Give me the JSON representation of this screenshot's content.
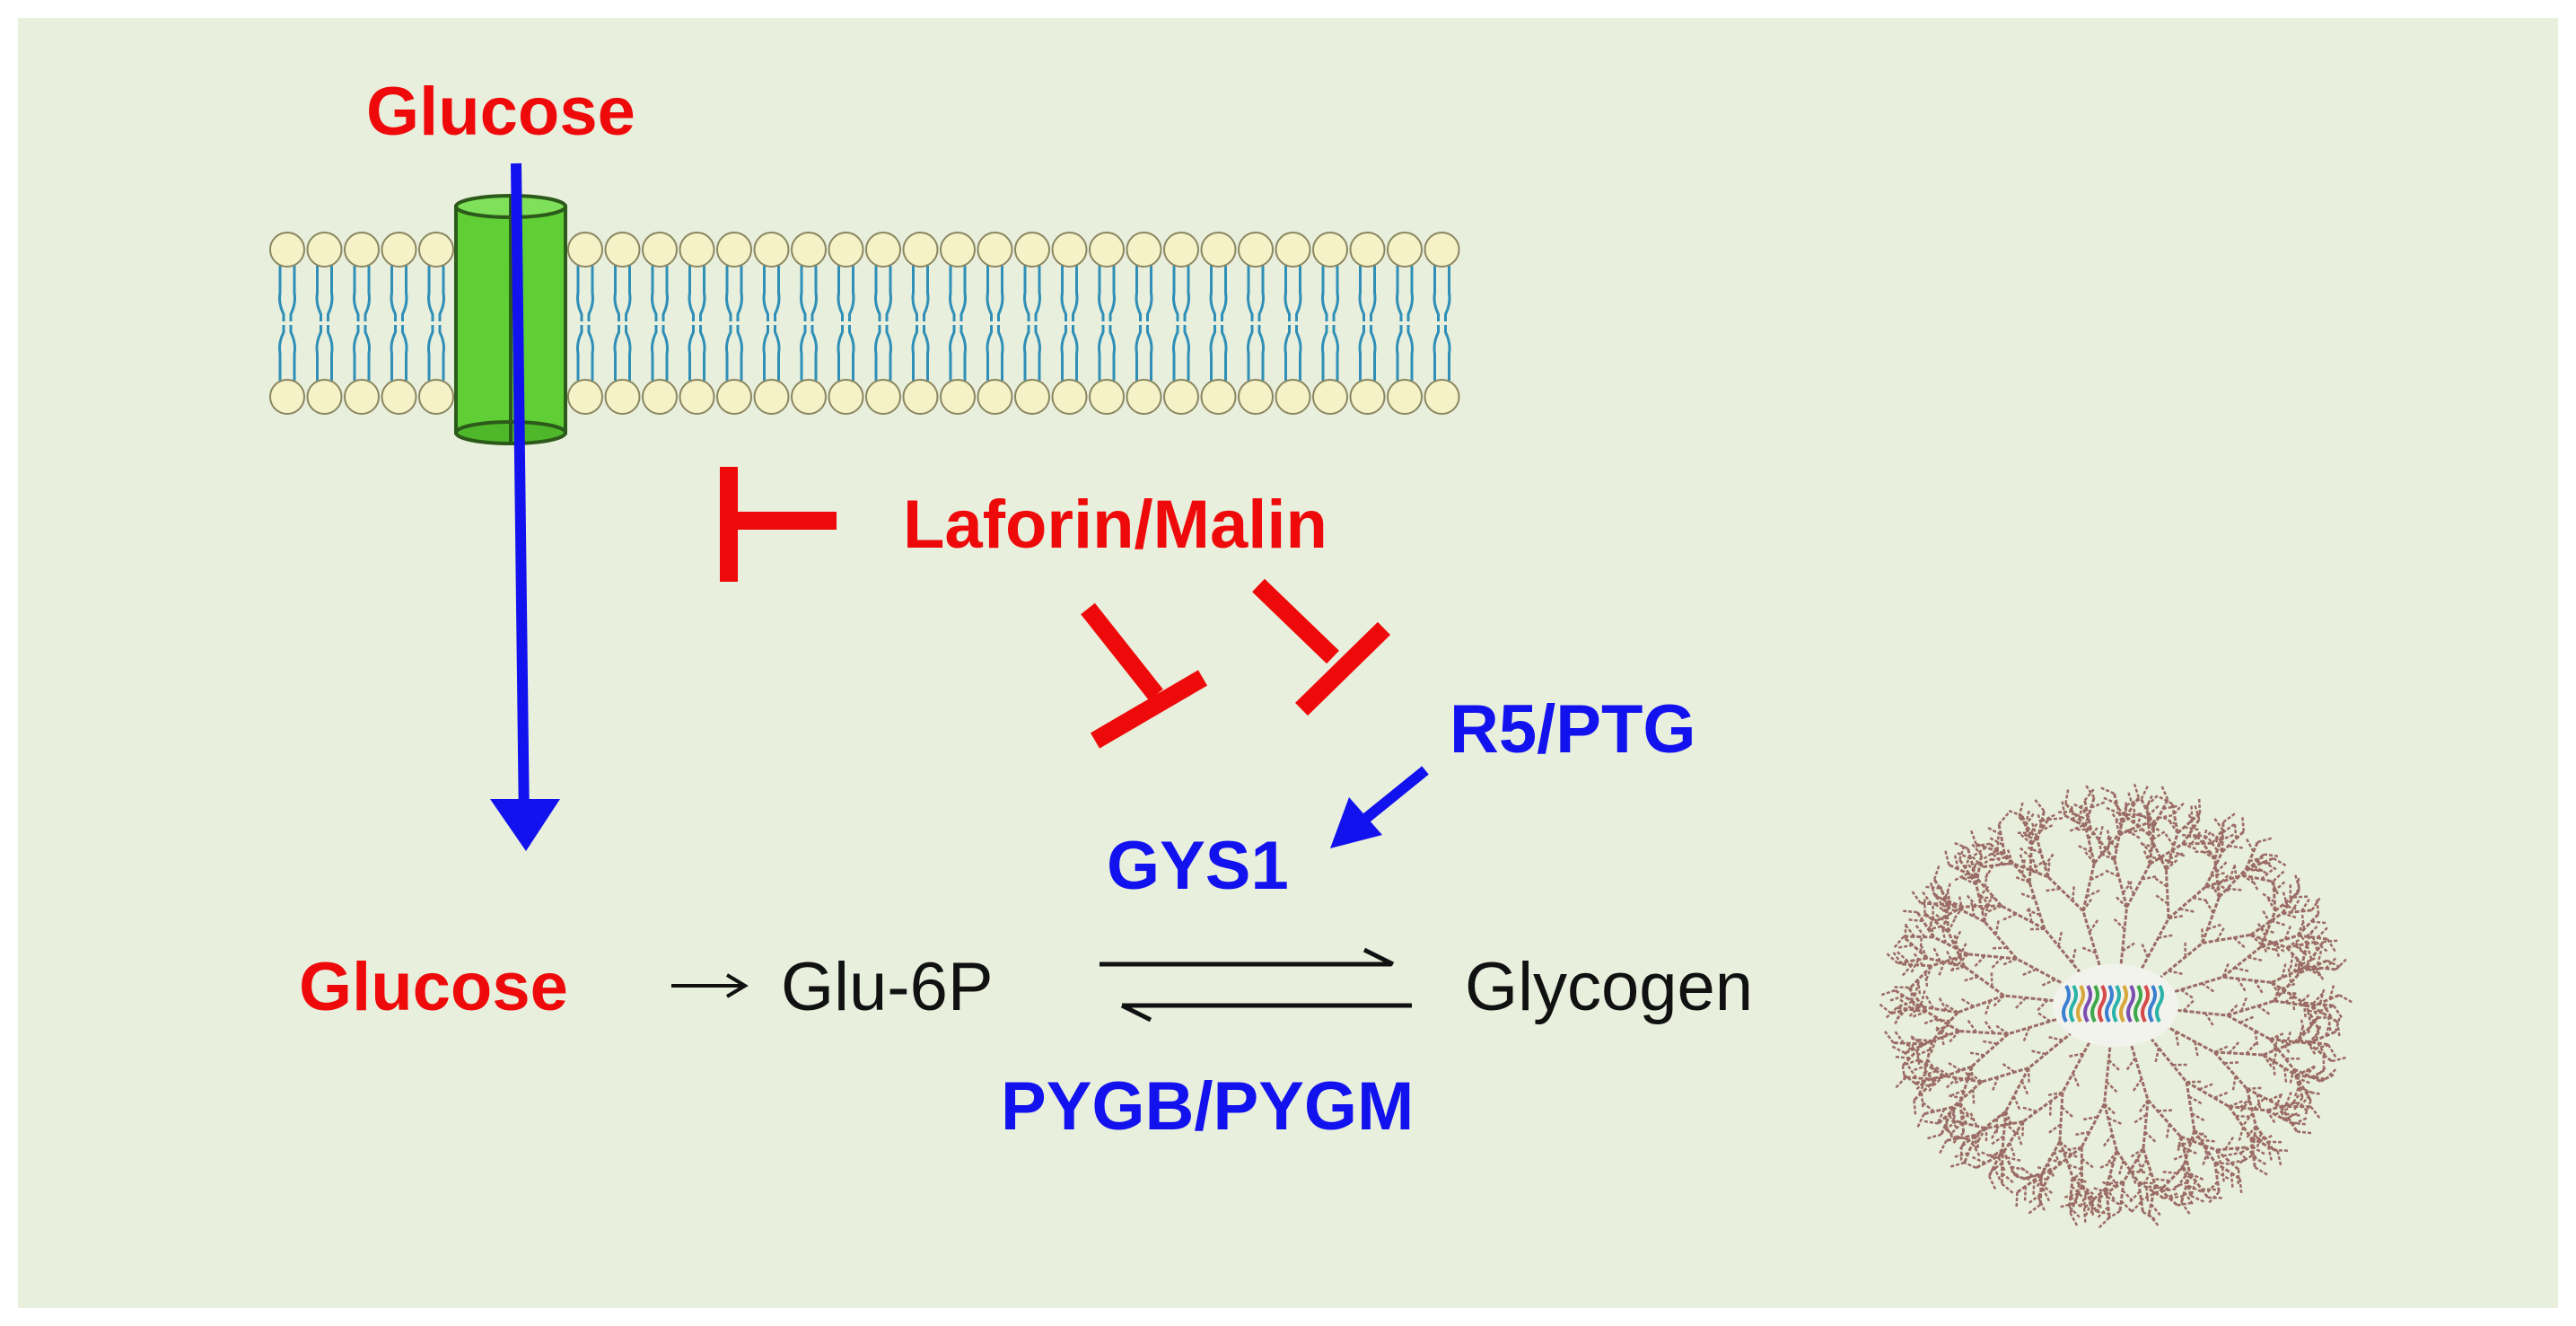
{
  "colors": {
    "panel_background": "#e9efdd",
    "page_background": "#ffffff",
    "red": "#ee0a0a",
    "blue": "#1212ee",
    "black": "#111111",
    "channel_green": "#5fcf35",
    "lipid_head": "#f6f2c8",
    "lipid_tail": "#2f8fb7",
    "glycogen_brown": "#9b6b66"
  },
  "labels": {
    "glucose_outside": "Glucose",
    "laforin_malin": "Laforin/Malin",
    "r5_ptg": "R5/PTG",
    "gys1": "GYS1",
    "glucose_inside": "Glucose",
    "glu_6p": "Glu-6P",
    "glycogen": "Glycogen",
    "pygb_pygm": "PYGB/PYGM"
  },
  "icons": {
    "membrane": "lipid-bilayer",
    "channel": "glucose-transporter-cylinder",
    "inhibition": "t-bar-inhibition-icon",
    "granule": "glycogen-granule"
  }
}
